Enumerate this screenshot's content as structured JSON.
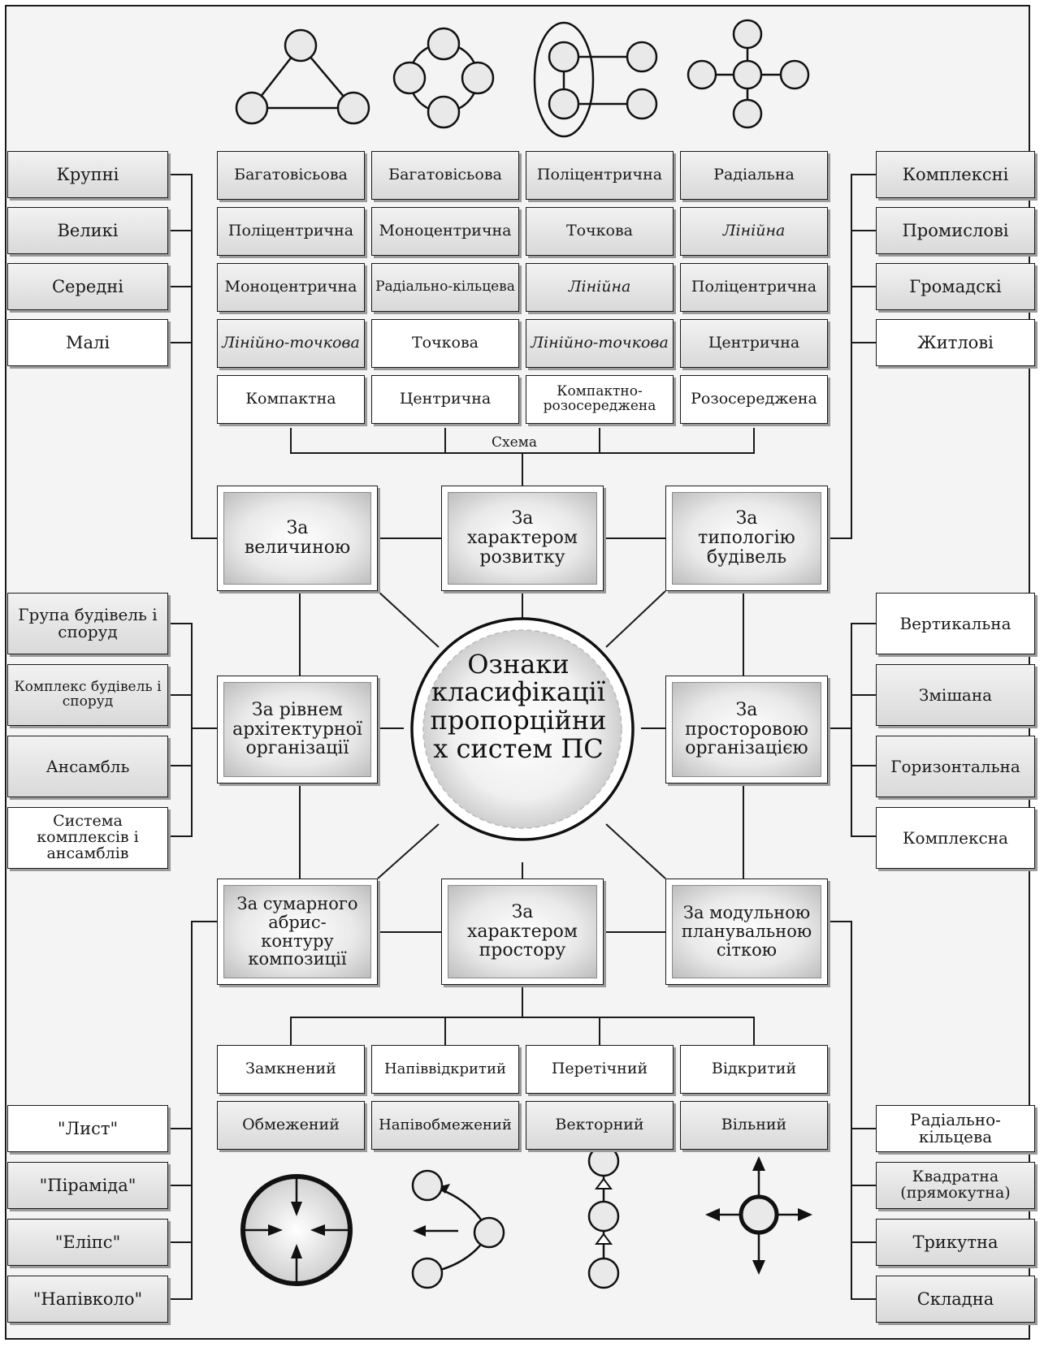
{
  "center": {
    "title": "Ознаки класифікації пропорційних систем ПС",
    "line1": "Ознаки",
    "line2": "класифікації",
    "line3": "пропорційни",
    "line4": "х систем ПС"
  },
  "categories": {
    "size": {
      "l1": "За",
      "l2": "величиною"
    },
    "development": {
      "l1": "За",
      "l2": "характером",
      "l3": "розвитку"
    },
    "typology": {
      "l1": "За",
      "l2": "типологію",
      "l3": "будівель"
    },
    "arch_level": {
      "l1": "За рівнем",
      "l2": "архітектурної",
      "l3": "організації"
    },
    "spatial_org": {
      "l1": "За",
      "l2": "просторовою",
      "l3": "організацією"
    },
    "contour": {
      "l1": "За сумарного",
      "l2": "абрис-",
      "l3": "контуру",
      "l4": "композиції"
    },
    "space_character": {
      "l1": "За",
      "l2": "характером",
      "l3": "простору"
    },
    "modular_grid": {
      "l1": "За модульною",
      "l2": "планувальною",
      "l3": "сіткою"
    }
  },
  "scheme_label": "Схема",
  "scheme_grid": [
    [
      "Багатовісьова",
      "Багатовісьова",
      "Поліцентрична",
      "Радіальна"
    ],
    [
      "Поліцентрична",
      "Моноцентрична",
      "Точкова",
      "Лінійна"
    ],
    [
      "Моноцентрична",
      "Радіально-кільцева",
      "Лінійна",
      "Поліцентрична"
    ],
    [
      "Лінійно-точкова",
      "Точкова",
      "Лінійно-точкова",
      "Центрична"
    ],
    [
      "Компактна",
      "Центрична",
      "Компактно-розосереджена",
      "Розосереджена"
    ]
  ],
  "size_items": [
    "Крупні",
    "Великі",
    "Середні",
    "Малі"
  ],
  "typology_items": [
    "Комплексні",
    "Промислові",
    "Громадскі",
    "Житлові"
  ],
  "arch_level_items": [
    "Група будівель і споруд",
    "Комплекс будівель і споруд",
    "Ансамбль",
    "Система комплексів і ансамблів"
  ],
  "spatial_org_items": [
    "Вертикальна",
    "Змішана",
    "Горизонтальна",
    "Комплексна"
  ],
  "space_grid": [
    [
      "Замкнений",
      "Напіввідкритий",
      "Перетічний",
      "Відкритий"
    ],
    [
      "Обмежений",
      "Напівобмежений",
      "Векторний",
      "Вільний"
    ]
  ],
  "contour_items": [
    "\"Лист\"",
    "\"Піраміда\"",
    "\"Еліпс\"",
    "\"Напівколо\""
  ],
  "modular_items": [
    "Радіально-кільцева",
    "Квадратна (прямокутна)",
    "Трикутна",
    "Складна"
  ],
  "icons": {
    "top": [
      "triangle-graph-icon",
      "ring-graph-icon",
      "grouped-graph-icon",
      "cross-graph-icon"
    ],
    "bottom": [
      "closed-space-icon",
      "vector-flow-icon",
      "vertical-chain-icon",
      "free-directions-icon"
    ]
  }
}
